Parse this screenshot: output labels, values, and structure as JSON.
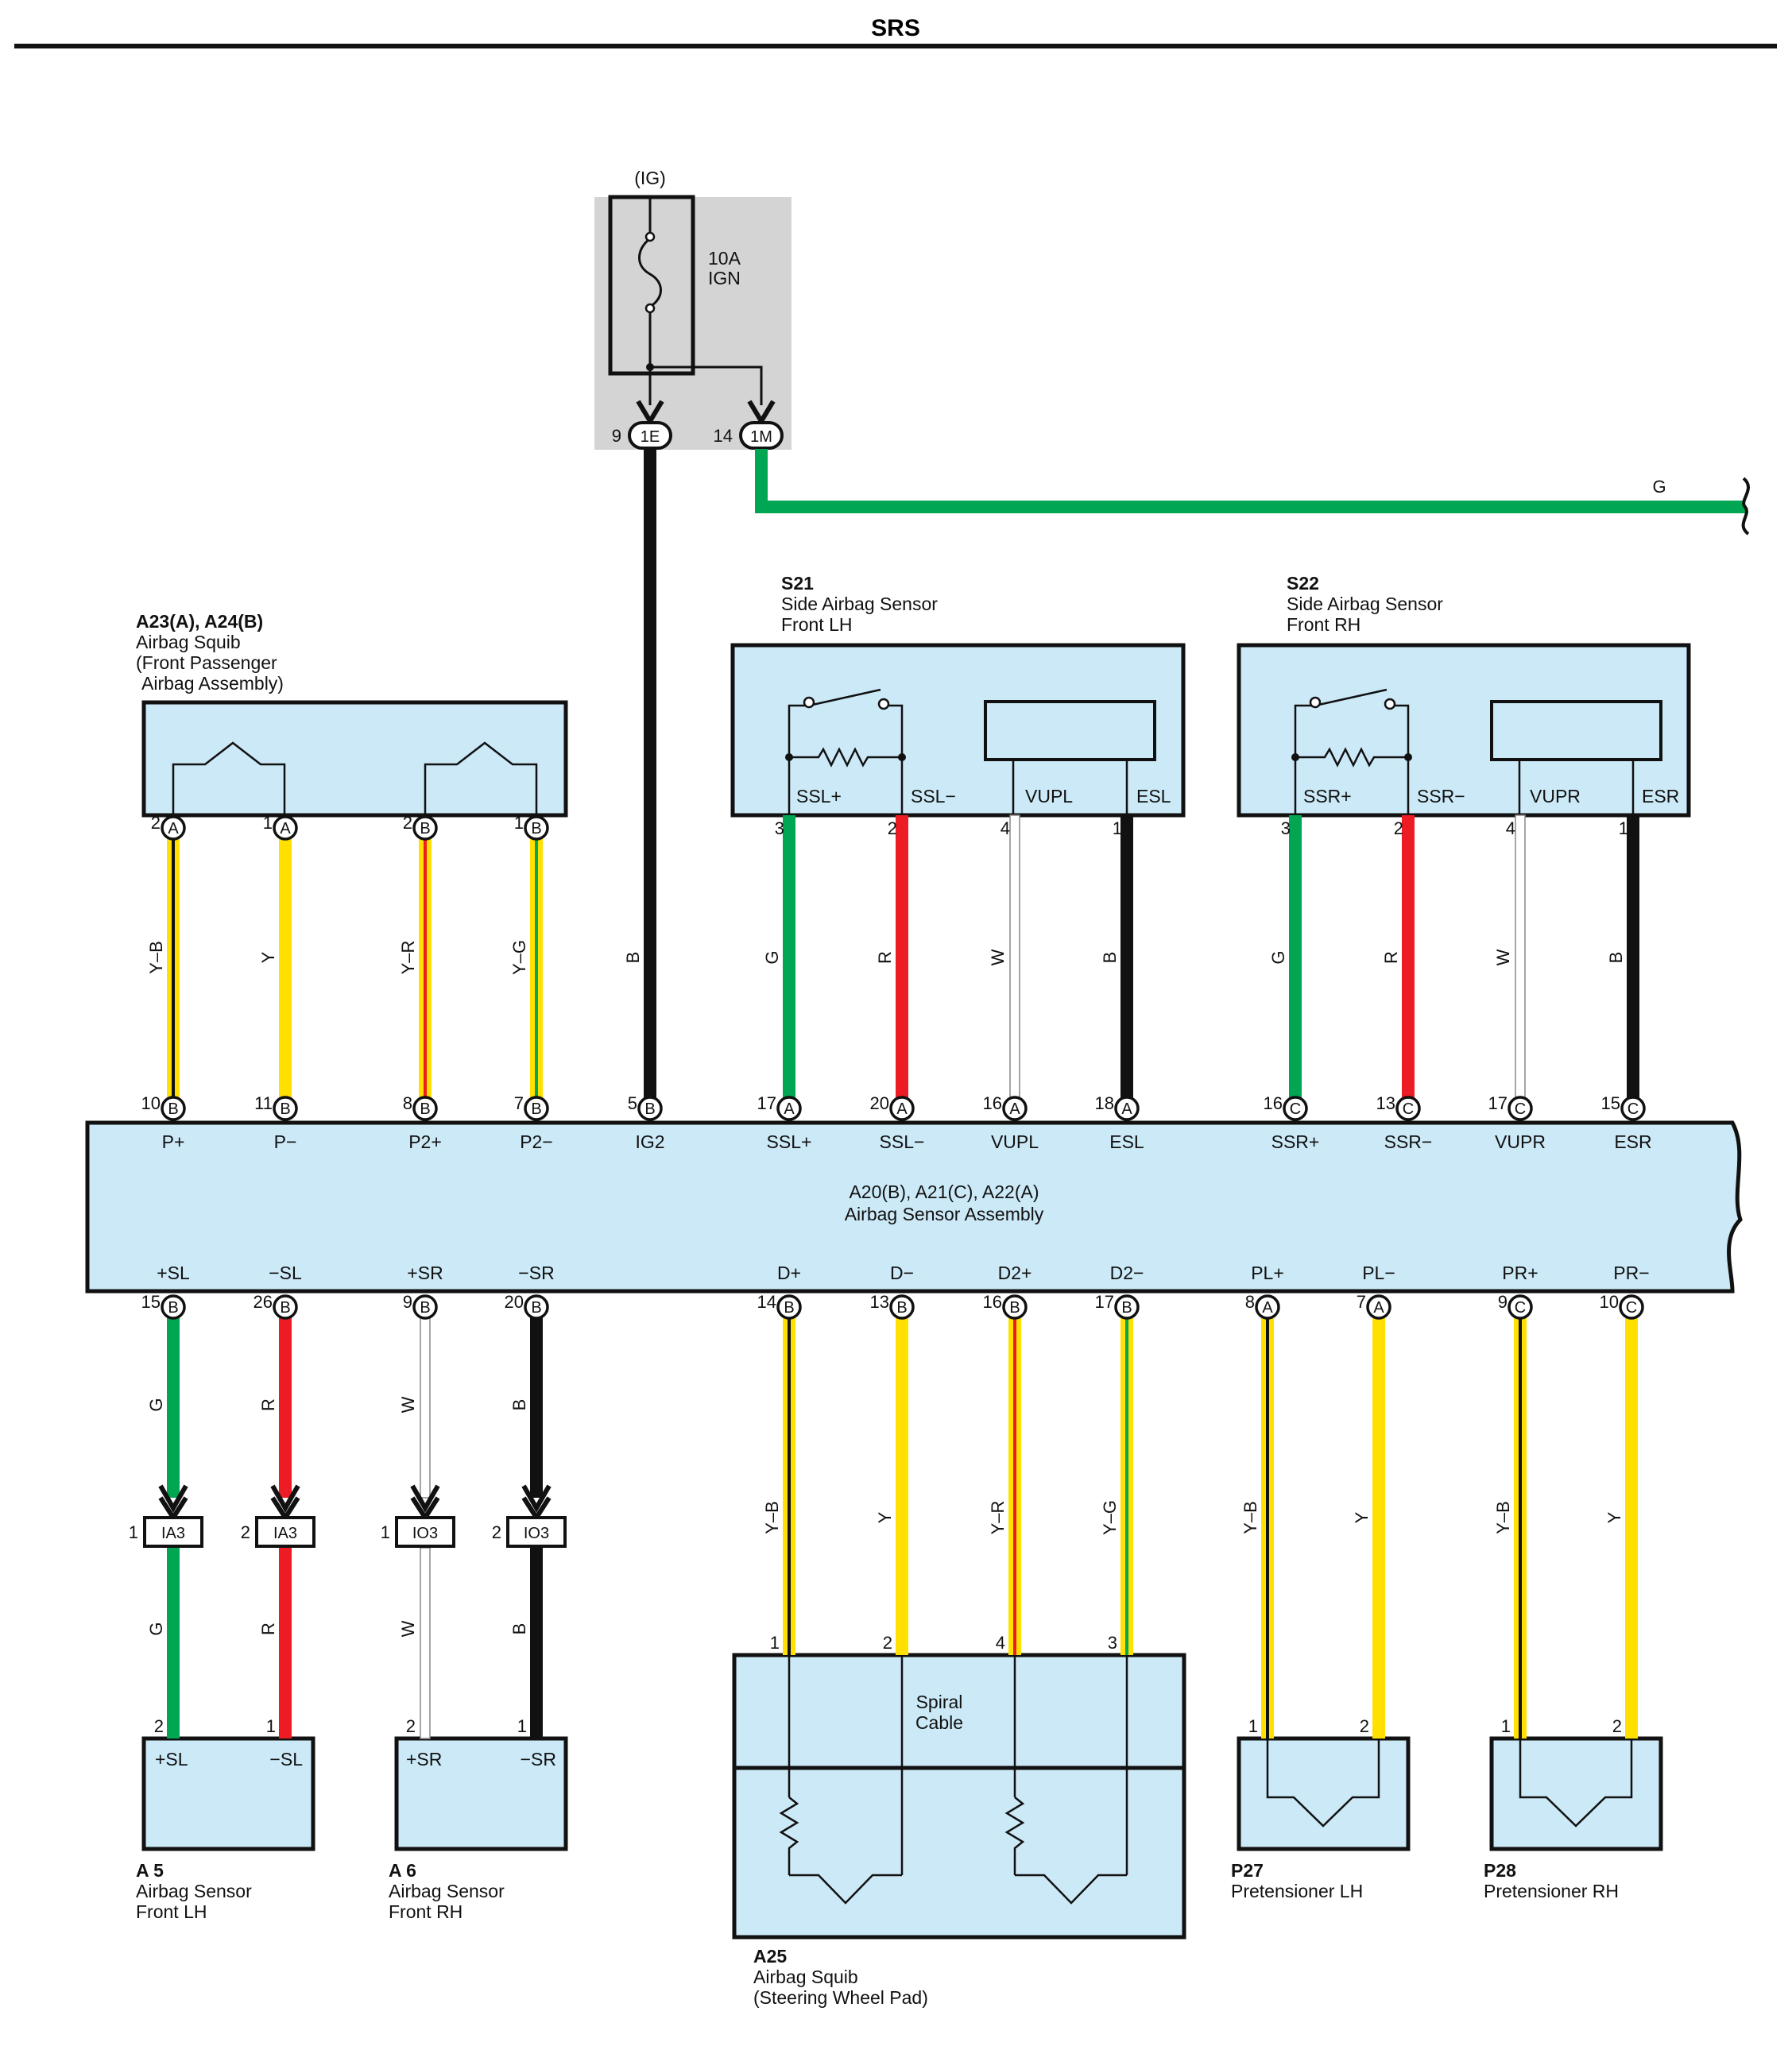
{
  "header": {
    "title": "SRS"
  },
  "colors": {
    "B": "#111111",
    "G": "#00a651",
    "R": "#ed1c24",
    "W": "#ffffff",
    "Y": "#ffe000",
    "box_fill": "#cce9f7",
    "fuse_panel": "#d4d4d4"
  },
  "fuse": {
    "supply": "(IG)",
    "rating": "10A",
    "name": "IGN",
    "outputs": [
      {
        "pin": "9",
        "connector": "1E"
      },
      {
        "pin": "14",
        "connector": "1M"
      }
    ],
    "g_wire_label": "G"
  },
  "components": {
    "squib_pass": {
      "code": "A23(A), A24(B)",
      "name": "Airbag Squib",
      "desc1": "(Front Passenger",
      "desc2": "Airbag Assembly)"
    },
    "s21": {
      "code": "S21",
      "name": "Side Airbag Sensor",
      "loc": "Front LH",
      "terms": [
        "SSL+",
        "SSL−",
        "VUPL",
        "ESL"
      ]
    },
    "s22": {
      "code": "S22",
      "name": "Side Airbag Sensor",
      "loc": "Front RH",
      "terms": [
        "SSR+",
        "SSR−",
        "VUPR",
        "ESR"
      ]
    },
    "ecu": {
      "code": "A20(B), A21(C), A22(A)",
      "name": "Airbag Sensor Assembly",
      "top_terms": [
        "P+",
        "P−",
        "P2+",
        "P2−",
        "IG2",
        "SSL+",
        "SSL−",
        "VUPL",
        "ESL",
        "SSR+",
        "SSR−",
        "VUPR",
        "ESR"
      ],
      "bottom_terms": [
        "+SL",
        "−SL",
        "+SR",
        "−SR",
        "D+",
        "D−",
        "D2+",
        "D2−",
        "PL+",
        "PL−",
        "PR+",
        "PR−"
      ]
    },
    "a5": {
      "code": "A 5",
      "name": "Airbag Sensor",
      "loc": "Front LH",
      "terms": [
        "+SL",
        "−SL"
      ]
    },
    "a6": {
      "code": "A 6",
      "name": "Airbag Sensor",
      "loc": "Front RH",
      "terms": [
        "+SR",
        "−SR"
      ]
    },
    "a25": {
      "code": "A25",
      "name": "Airbag Squib",
      "desc": "(Steering Wheel Pad)",
      "spiral1": "Spiral",
      "spiral2": "Cable"
    },
    "p27": {
      "code": "P27",
      "name": "Pretensioner LH"
    },
    "p28": {
      "code": "P28",
      "name": "Pretensioner RH"
    }
  },
  "inline_connectors": [
    "IA3",
    "IA3",
    "IO3",
    "IO3"
  ],
  "wires_top": [
    {
      "color": "Y–B",
      "comp_pin": "2",
      "comp_conn": "A",
      "ecu_pin": "10",
      "ecu_conn": "B"
    },
    {
      "color": "Y",
      "comp_pin": "1",
      "comp_conn": "A",
      "ecu_pin": "11",
      "ecu_conn": "B"
    },
    {
      "color": "Y–R",
      "comp_pin": "2",
      "comp_conn": "B",
      "ecu_pin": "8",
      "ecu_conn": "B"
    },
    {
      "color": "Y–G",
      "comp_pin": "1",
      "comp_conn": "B",
      "ecu_pin": "7",
      "ecu_conn": "B"
    },
    {
      "color": "B",
      "comp_pin": "",
      "comp_conn": "",
      "ecu_pin": "5",
      "ecu_conn": "B"
    },
    {
      "color": "G",
      "comp_pin": "3",
      "comp_conn": "",
      "ecu_pin": "17",
      "ecu_conn": "A"
    },
    {
      "color": "R",
      "comp_pin": "2",
      "comp_conn": "",
      "ecu_pin": "20",
      "ecu_conn": "A"
    },
    {
      "color": "W",
      "comp_pin": "4",
      "comp_conn": "",
      "ecu_pin": "16",
      "ecu_conn": "A"
    },
    {
      "color": "B",
      "comp_pin": "1",
      "comp_conn": "",
      "ecu_pin": "18",
      "ecu_conn": "A"
    },
    {
      "color": "G",
      "comp_pin": "3",
      "comp_conn": "",
      "ecu_pin": "16",
      "ecu_conn": "C"
    },
    {
      "color": "R",
      "comp_pin": "2",
      "comp_conn": "",
      "ecu_pin": "13",
      "ecu_conn": "C"
    },
    {
      "color": "W",
      "comp_pin": "4",
      "comp_conn": "",
      "ecu_pin": "17",
      "ecu_conn": "C"
    },
    {
      "color": "B",
      "comp_pin": "1",
      "comp_conn": "",
      "ecu_pin": "15",
      "ecu_conn": "C"
    }
  ],
  "wires_bottom": [
    {
      "color": "G",
      "ecu_pin": "15",
      "ecu_conn": "B",
      "in_pin": "1",
      "comp_pin": "2"
    },
    {
      "color": "R",
      "ecu_pin": "26",
      "ecu_conn": "B",
      "in_pin": "2",
      "comp_pin": "1"
    },
    {
      "color": "W",
      "ecu_pin": "9",
      "ecu_conn": "B",
      "in_pin": "1",
      "comp_pin": "2"
    },
    {
      "color": "B",
      "ecu_pin": "20",
      "ecu_conn": "B",
      "in_pin": "2",
      "comp_pin": "1"
    },
    {
      "color": "Y–B",
      "ecu_pin": "14",
      "ecu_conn": "B",
      "in_pin": "",
      "comp_pin": "1"
    },
    {
      "color": "Y",
      "ecu_pin": "13",
      "ecu_conn": "B",
      "in_pin": "",
      "comp_pin": "2"
    },
    {
      "color": "Y–R",
      "ecu_pin": "16",
      "ecu_conn": "B",
      "in_pin": "",
      "comp_pin": "4"
    },
    {
      "color": "Y–G",
      "ecu_pin": "17",
      "ecu_conn": "B",
      "in_pin": "",
      "comp_pin": "3"
    },
    {
      "color": "Y–B",
      "ecu_pin": "8",
      "ecu_conn": "A",
      "in_pin": "",
      "comp_pin": "1"
    },
    {
      "color": "Y",
      "ecu_pin": "7",
      "ecu_conn": "A",
      "in_pin": "",
      "comp_pin": "2"
    },
    {
      "color": "Y–B",
      "ecu_pin": "9",
      "ecu_conn": "C",
      "in_pin": "",
      "comp_pin": "1"
    },
    {
      "color": "Y",
      "ecu_pin": "10",
      "ecu_conn": "C",
      "in_pin": "",
      "comp_pin": "2"
    }
  ]
}
